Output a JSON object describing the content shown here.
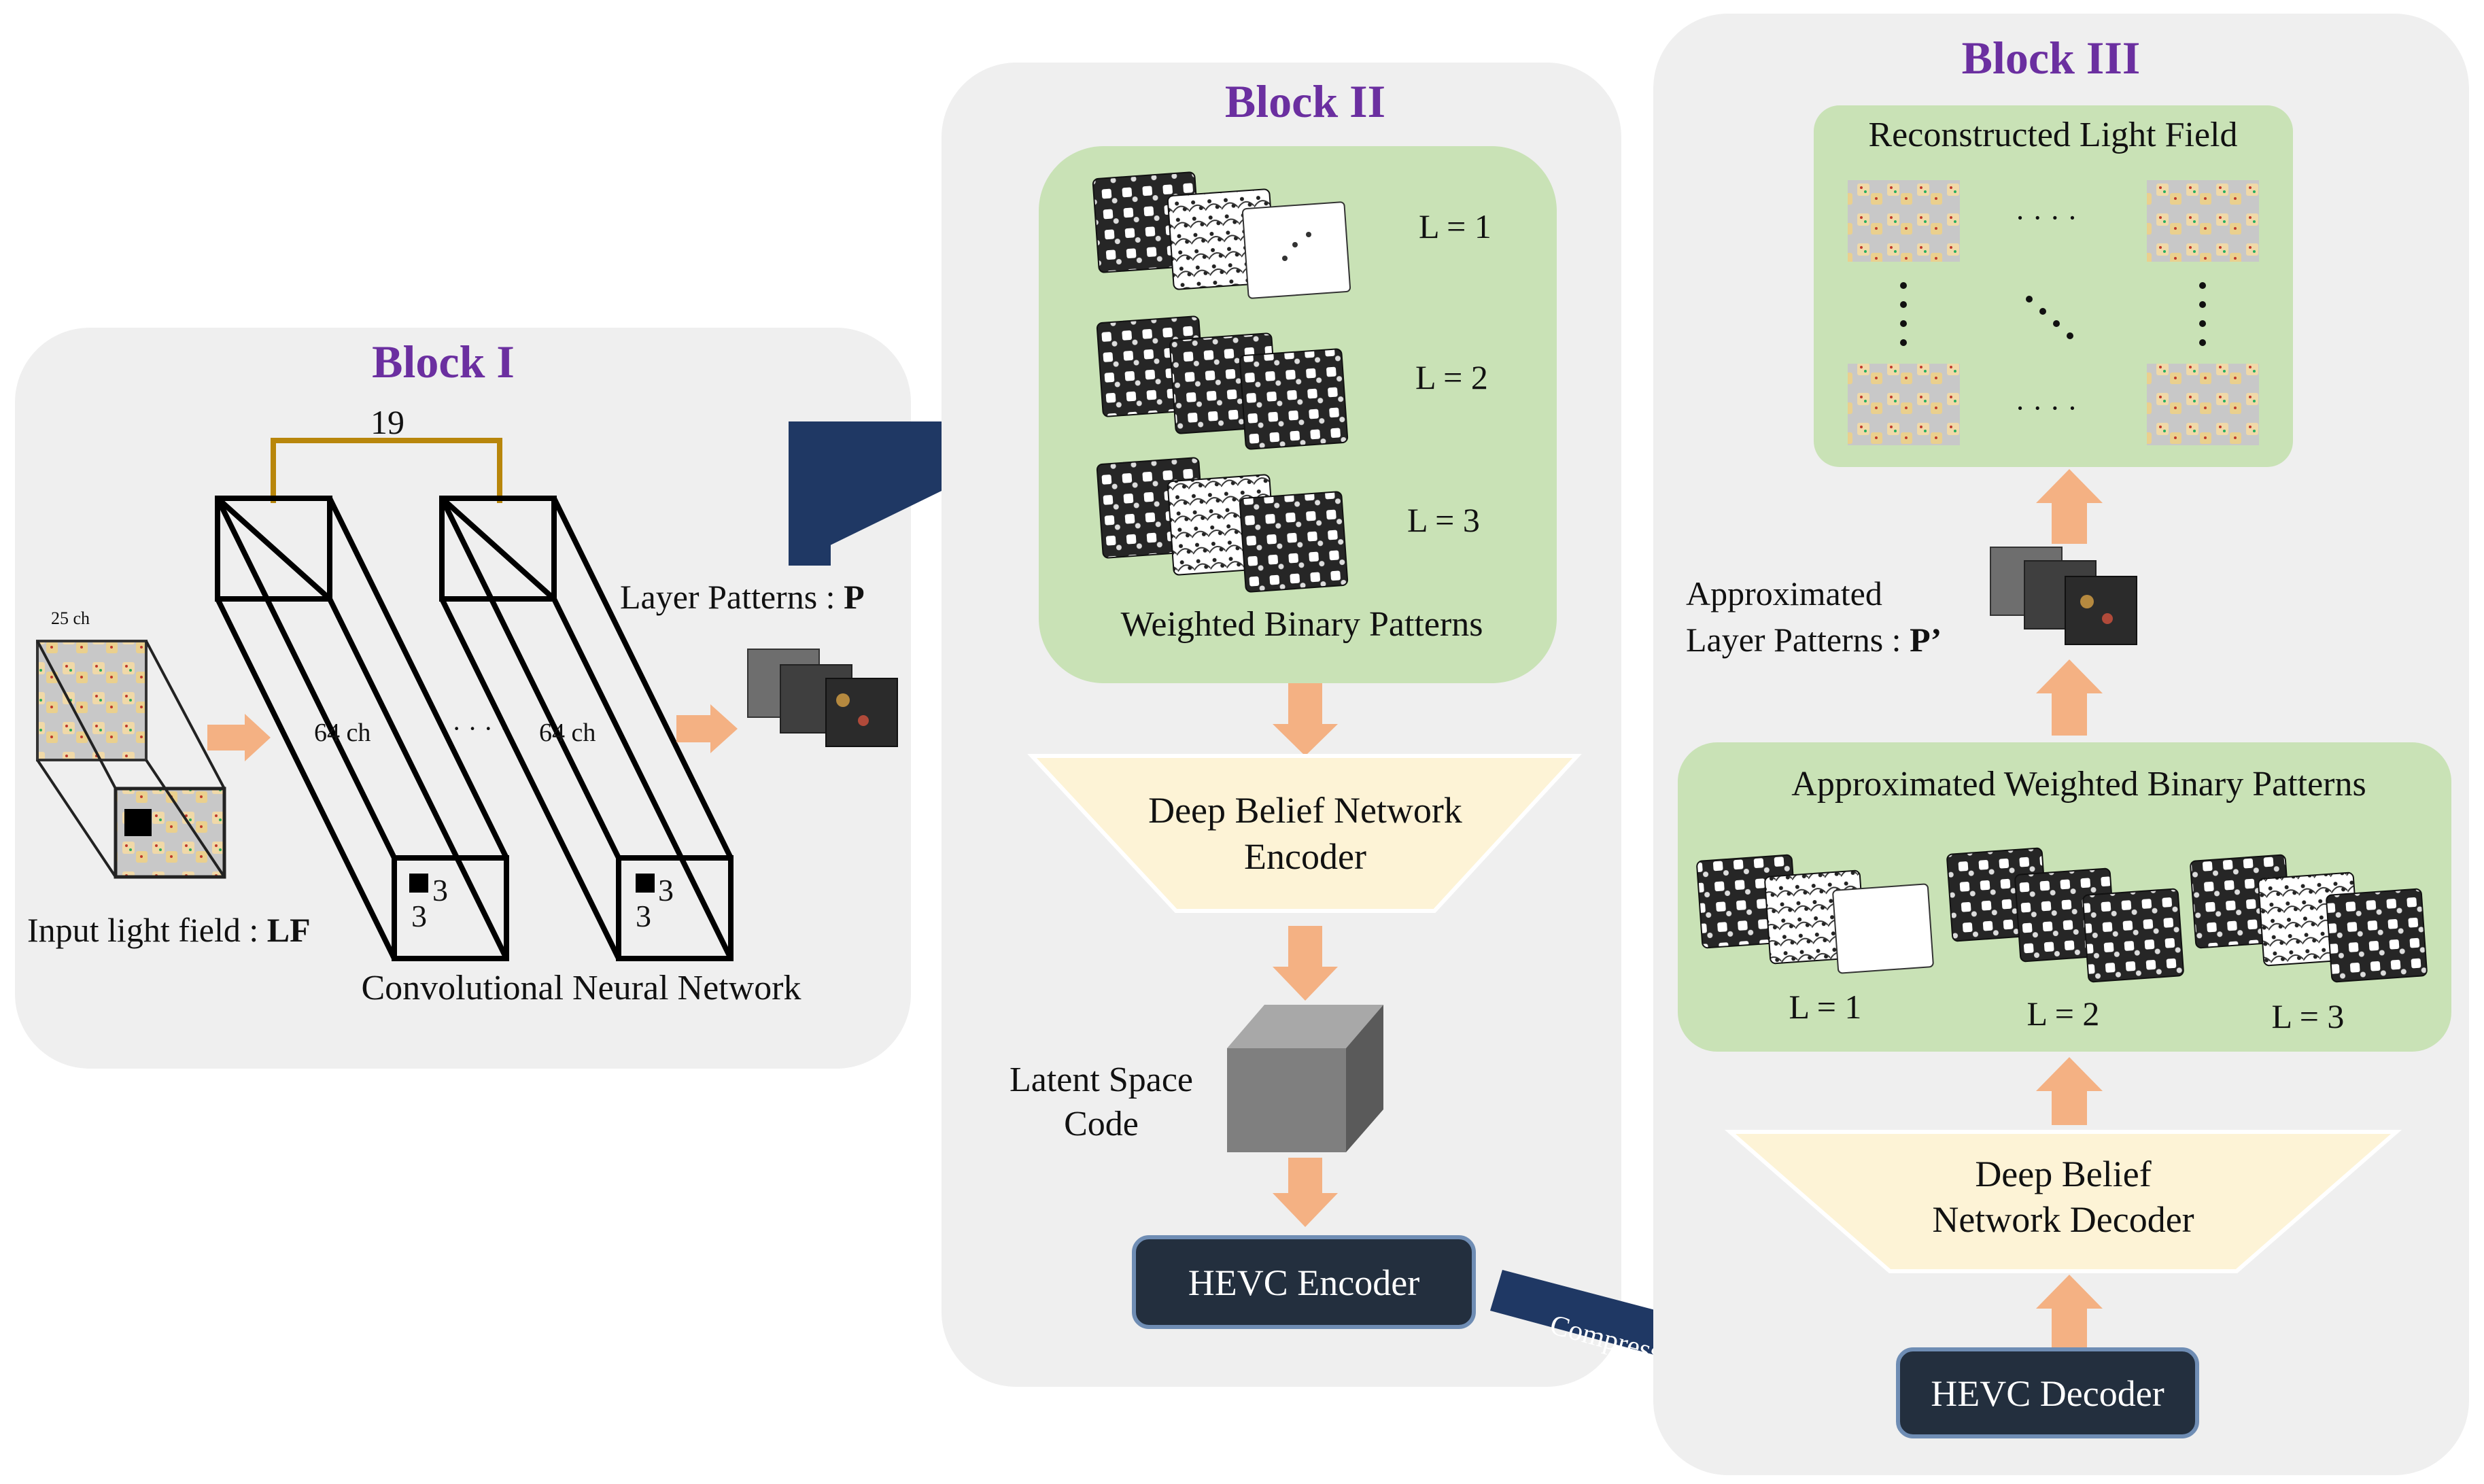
{
  "colors": {
    "panel_bg": "#efefef",
    "green_box": "#c9e2b6",
    "yellow_trapezoid": "#fdf3d6",
    "orange_arrow": "#f4b183",
    "navy": "#1f3864",
    "hevc_box": "#232f3e",
    "title_purple": "#6b2fa0",
    "cnn_bracket": "#b8860b"
  },
  "block1": {
    "title": "Block I",
    "bracket_label": "19",
    "input_channels": "25  ch",
    "layer1_channels": "64 ch",
    "layer2_channels": "64 ch",
    "ellipsis": "· · · ·",
    "kernel_w": "3",
    "kernel_h": "3",
    "input_caption_prefix": "Input light field : ",
    "input_caption_symbol": "LF",
    "output_caption_prefix": "Layer Patterns : ",
    "output_caption_symbol": "P",
    "network_caption": "Convolutional Neural Network"
  },
  "block2": {
    "title": "Block II",
    "layer_labels": [
      "L = 1",
      "L = 2",
      "L = 3"
    ],
    "patterns_caption": "Weighted Binary Patterns",
    "encoder_line1": "Deep Belief Network",
    "encoder_line2": "Encoder",
    "latent_line1": "Latent Space",
    "latent_line2": "Code",
    "hevc_encoder": "HEVC Encoder"
  },
  "bitstream_label": "Compressed Bitstream",
  "block3": {
    "title": "Block III",
    "reconstructed_caption": "Reconstructed Light Field",
    "hdots": "· · · ·",
    "approx_line1": "Approximated",
    "approx_line2_prefix": "Layer Patterns : ",
    "approx_line2_symbol": "P’",
    "approx_patterns_caption": "Approximated Weighted Binary Patterns",
    "layer_labels": [
      "L = 1",
      "L = 2",
      "L = 3"
    ],
    "decoder_line1": "Deep Belief",
    "decoder_line2": "Network Decoder",
    "hevc_decoder": "HEVC Decoder"
  }
}
